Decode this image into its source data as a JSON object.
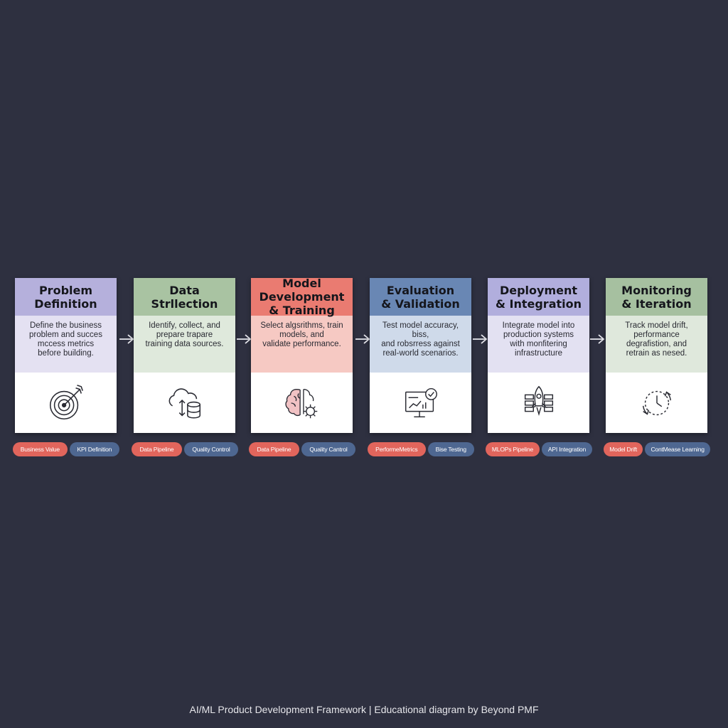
{
  "steps": [
    {
      "title": "Problem\nDefinition",
      "description": "Define the business\nproblem and succes\nmccess metrics\nbefore building.",
      "icon": "target-icon",
      "head_color": "#b5b0dc",
      "desc_color": "#e4e1f2",
      "tags": [
        {
          "label": "Business Value",
          "color": "red"
        },
        {
          "label": "KPI Definition",
          "color": "blue"
        }
      ]
    },
    {
      "title": "Data\nStrllection",
      "description": "Identify, collect, and\nprepare trapare\ntraining data sources.",
      "icon": "cloud-database-icon",
      "head_color": "#a9c3a2",
      "desc_color": "#dfe9dc",
      "tags": [
        {
          "label": "Data Pipeline",
          "color": "red"
        },
        {
          "label": "Quality Control",
          "color": "blue"
        }
      ]
    },
    {
      "title": "Model\nDevelopment\n& Training",
      "description": "Select algsrithms, train\nmodels, and\nvalidate performance.",
      "icon": "brain-gear-icon",
      "head_color": "#ea7b71",
      "desc_color": "#f6c9c3",
      "tags": [
        {
          "label": "Data Pipeline",
          "color": "red"
        },
        {
          "label": "Quality Cantrol",
          "color": "blue"
        }
      ]
    },
    {
      "title": "Evaluation\n& Validation",
      "description": "Test model accuracy, biss,\nand robsrress against\nreal-world scenarios.",
      "icon": "monitor-check-icon",
      "head_color": "#6987b4",
      "desc_color": "#cfdaea",
      "tags": [
        {
          "label": "PerformeMetrics",
          "color": "red"
        },
        {
          "label": "Bise Testing",
          "color": "blue"
        }
      ]
    },
    {
      "title": "Deployment\n& Integration",
      "description": "Integrate model into\nproduction systems\nwith monfitering\ninfrastructure",
      "icon": "rocket-server-icon",
      "head_color": "#b1aedd",
      "desc_color": "#e3e1f2",
      "tags": [
        {
          "label": "MLOPs Pipeline",
          "color": "red"
        },
        {
          "label": "API Integration",
          "color": "blue"
        }
      ]
    },
    {
      "title": "Monitoring\n& Iteration",
      "description": "Track model drift,\nperformance\ndegrafistion, and\nretrain as nesed.",
      "icon": "clock-cycle-icon",
      "head_color": "#a6c0a0",
      "desc_color": "#dfe8dc",
      "tags": [
        {
          "label": "Model Drift",
          "color": "red"
        },
        {
          "label": "ContMease Learning",
          "color": "blue"
        }
      ]
    }
  ],
  "arrow_icon": "arrow-right-icon",
  "footer": "AI/ML Product Development Framework | Educational diagram by Beyond PMF"
}
